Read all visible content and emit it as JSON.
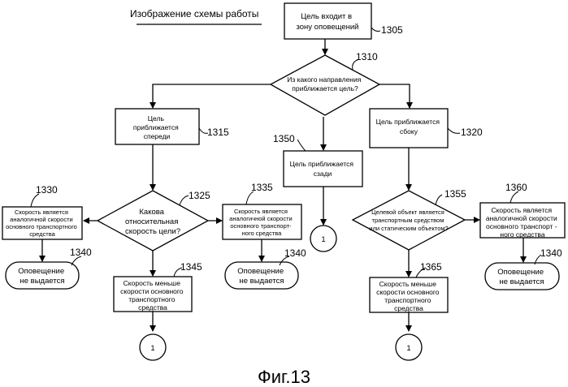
{
  "header": {
    "title": "Изображение схемы работы"
  },
  "figure_label": "Фиг.13",
  "refs": {
    "r1305": "1305",
    "r1310": "1310",
    "r1315": "1315",
    "r1320": "1320",
    "r1325": "1325",
    "r1330": "1330",
    "r1335": "1335",
    "r1340a": "1340",
    "r1340b": "1340",
    "r1340c": "1340",
    "r1345": "1345",
    "r1350": "1350",
    "r1355": "1355",
    "r1360": "1360",
    "r1365": "1365"
  },
  "nodes": {
    "start": [
      "Цель входит в",
      "зону оповещений"
    ],
    "direction": [
      "Из какого направления",
      "приближается цель?"
    ],
    "front": [
      "Цель",
      "приближается",
      "спереди"
    ],
    "behind": [
      "Цель приближается",
      "сзади"
    ],
    "side": [
      "Цель приближается",
      "сбоку"
    ],
    "rel_speed": [
      "Какова",
      "относительная",
      "скорость цели?"
    ],
    "similar_left": [
      "Скорость является",
      "аналогичной скорости",
      "основного транспортного",
      "средства"
    ],
    "similar_mid": [
      "Скорость является",
      "аналогичной скорости",
      "основного  транспорт-",
      "ного средства"
    ],
    "lower_left": [
      "Скорость меньше",
      "скорости основного",
      "транспортного",
      "средства"
    ],
    "object_type": [
      "Целевой объект является",
      "транспортным средством",
      "или статическим объектом?"
    ],
    "similar_right": [
      "Скорость является",
      "аналогичной скорости",
      "основного транспорт -",
      "ного средства"
    ],
    "lower_right": [
      "Скорость меньше",
      "скорости основного",
      "транспортного",
      "средства"
    ],
    "no_alert_a": [
      "Оповещение",
      "не выдается"
    ],
    "no_alert_b": [
      "Оповещение",
      "не выдается"
    ],
    "no_alert_c": [
      "Оповещение",
      "не выдается"
    ]
  },
  "connectors": {
    "c1": "1",
    "c2": "1",
    "c3": "1"
  }
}
